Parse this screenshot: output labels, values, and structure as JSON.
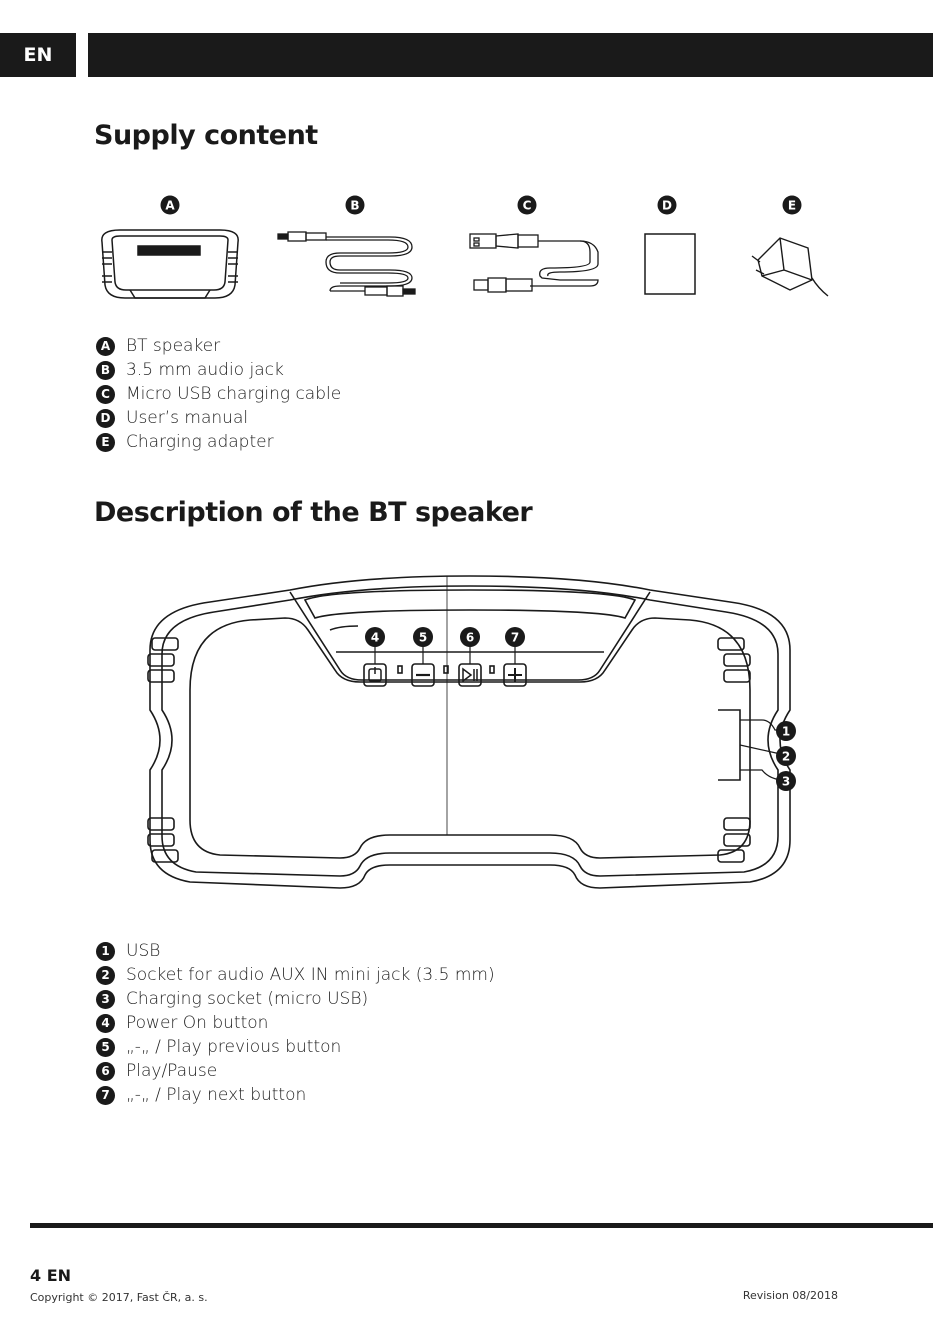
{
  "header": {
    "lang": "EN"
  },
  "supply": {
    "heading": "Supply content",
    "figure_labels": [
      "A",
      "B",
      "C",
      "D",
      "E"
    ],
    "items": [
      {
        "badge": "A",
        "label": "BT speaker"
      },
      {
        "badge": "B",
        "label": "3.5 mm audio jack"
      },
      {
        "badge": "C",
        "label": "Micro USB charging cable"
      },
      {
        "badge": "D",
        "label": "User’s manual"
      },
      {
        "badge": "E",
        "label": "Charging adapter"
      }
    ]
  },
  "description": {
    "heading": "Description of the BT speaker",
    "figure_callouts": [
      "1",
      "2",
      "3",
      "4",
      "5",
      "6",
      "7"
    ],
    "items": [
      {
        "badge": "1",
        "label": "USB"
      },
      {
        "badge": "2",
        "label": "Socket for audio AUX IN mini jack (3.5 mm)"
      },
      {
        "badge": "3",
        "label": "Charging socket (micro USB)"
      },
      {
        "badge": "4",
        "label": "Power On button"
      },
      {
        "badge": "5",
        "label": "„-„ / Play previous button"
      },
      {
        "badge": "6",
        "label": "Play/Pause"
      },
      {
        "badge": "7",
        "label": "„-„ / Play next button"
      }
    ]
  },
  "footer": {
    "page": "4 EN",
    "copyright": "Copyright © 2017, Fast ČR, a. s.",
    "revision": "Revision 08/2018"
  }
}
